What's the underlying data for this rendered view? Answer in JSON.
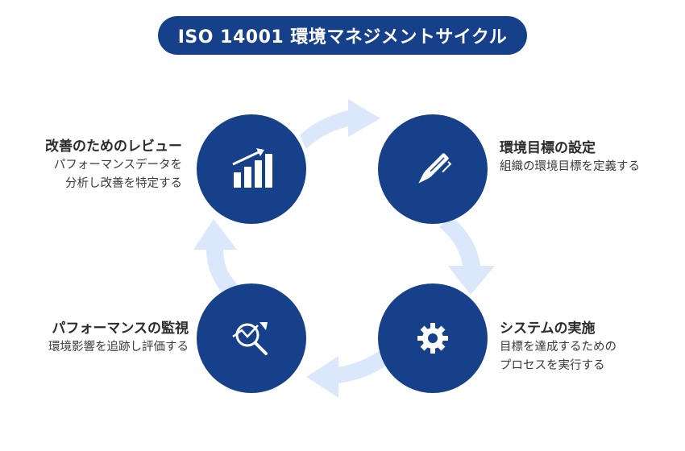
{
  "title": "ISO 14001 環境マネジメントサイクル",
  "colors": {
    "primary": "#16418a",
    "arrow": "#dbe8fb",
    "text": "#333333"
  },
  "steps": {
    "goal": {
      "heading": "環境目標の設定",
      "description": "組織の環境目標を定義する",
      "icon": "pen-icon"
    },
    "impl": {
      "heading": "システムの実施",
      "description_line1": "目標を達成するための",
      "description_line2": "プロセスを実行する",
      "icon": "gear-icon"
    },
    "monitor": {
      "heading": "パフォーマンスの監視",
      "description": "環境影響を追跡し評価する",
      "icon": "magnifier-chart-icon"
    },
    "review": {
      "heading": "改善のためのレビュー",
      "description_line1": "パフォーマンスデータを",
      "description_line2": "分析し改善を特定する",
      "icon": "growth-chart-icon"
    }
  }
}
